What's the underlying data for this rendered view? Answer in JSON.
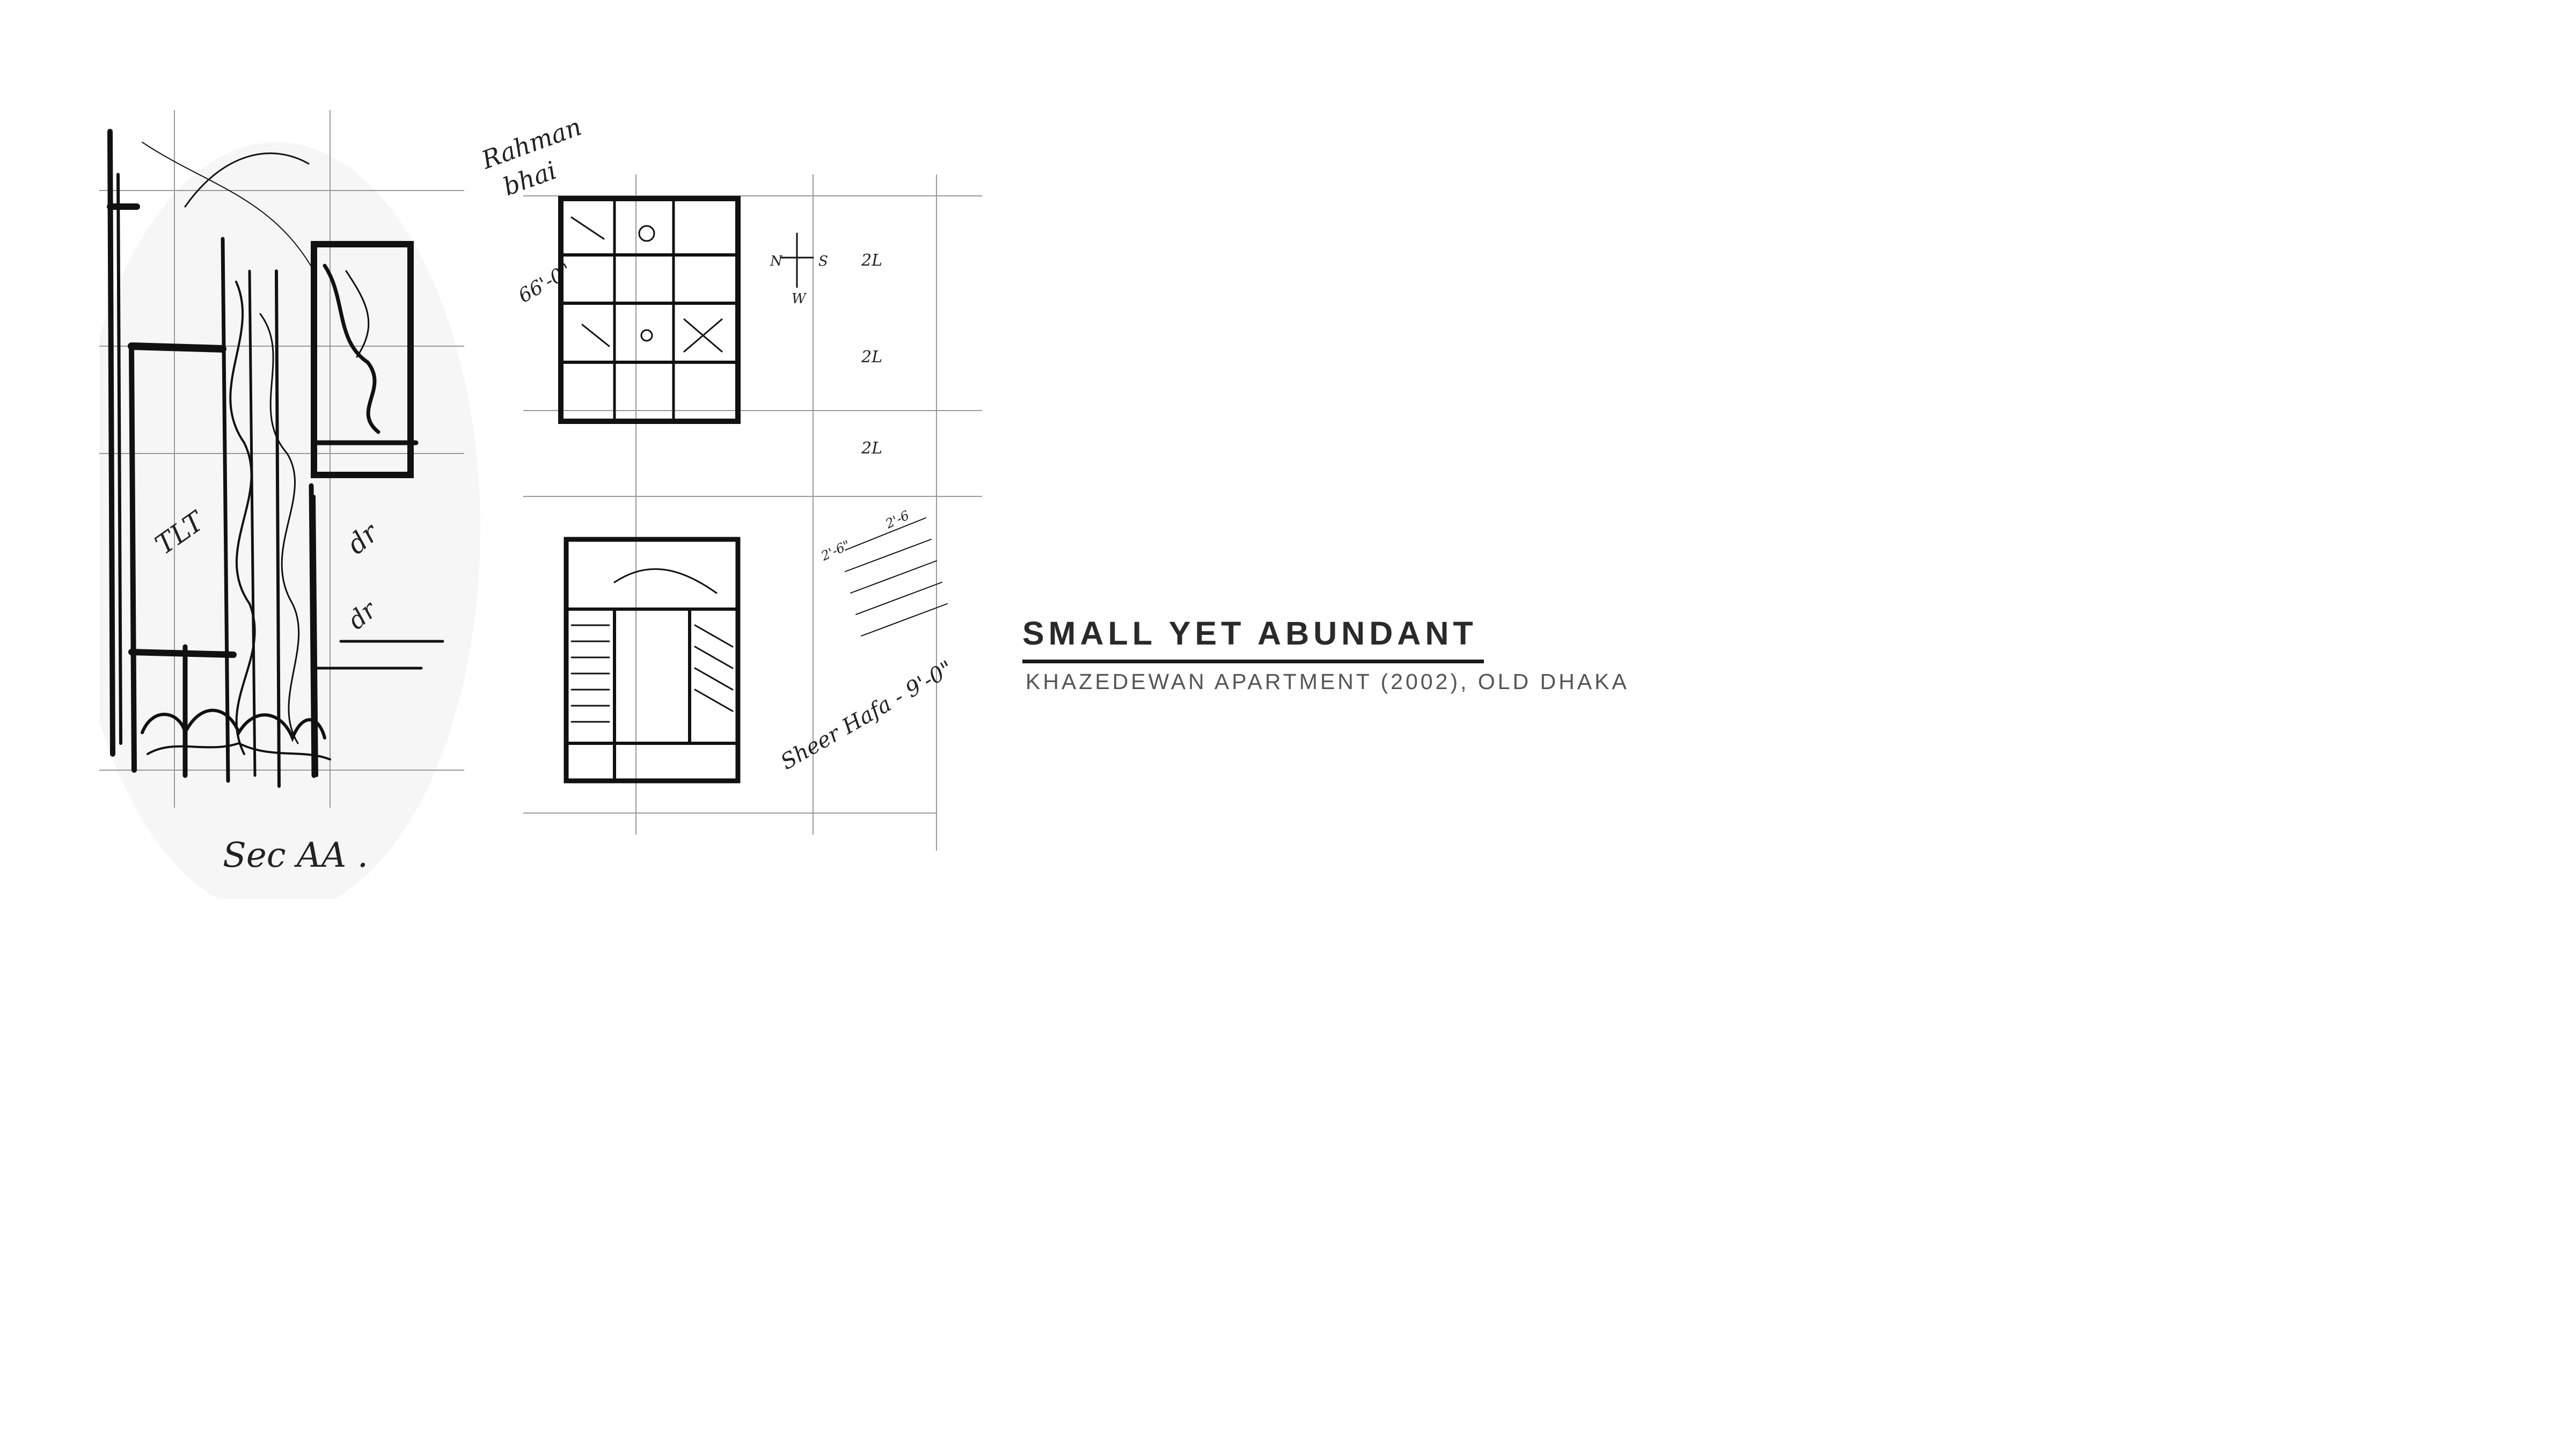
{
  "header": {
    "title": "SMALL YET ABUNDANT",
    "subtitle": "KHAZEDEWAN APARTMENT (2002), OLD DHAKA"
  },
  "sketch": {
    "icon": "architectural-sketch-image",
    "handwritten_notes": [
      "Rahman bhai",
      "Sec AA",
      "TLT",
      "66'-0\"",
      "N",
      "S",
      "W",
      "2L",
      "Sheer Hafa 9'-0\""
    ]
  }
}
